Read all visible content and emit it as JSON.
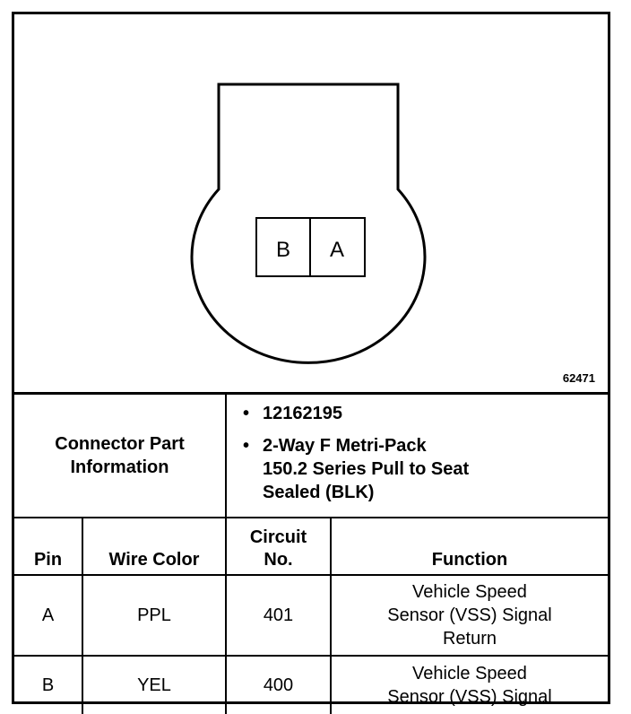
{
  "figure": {
    "connector": {
      "pins": [
        "B",
        "A"
      ]
    },
    "figure_id": "62471"
  },
  "connector_part": {
    "label_line1": "Connector Part",
    "label_line2": "Information",
    "items": [
      {
        "lines": [
          "12162195"
        ]
      },
      {
        "lines": [
          "2-Way F Metri-Pack",
          "150.2 Series Pull to Seat",
          "Sealed (BLK)"
        ]
      }
    ]
  },
  "pin_table": {
    "headers": {
      "pin": "Pin",
      "wire_color": "Wire Color",
      "circuit_line1": "Circuit",
      "circuit_line2": "No.",
      "function": "Function"
    },
    "rows": [
      {
        "pin": "A",
        "wire_color": "PPL",
        "circuit": "401",
        "function": [
          "Vehicle Speed",
          "Sensor (VSS) Signal",
          "Return"
        ]
      },
      {
        "pin": "B",
        "wire_color": "YEL",
        "circuit": "400",
        "function": [
          "Vehicle Speed",
          "Sensor (VSS) Signal"
        ]
      }
    ]
  }
}
